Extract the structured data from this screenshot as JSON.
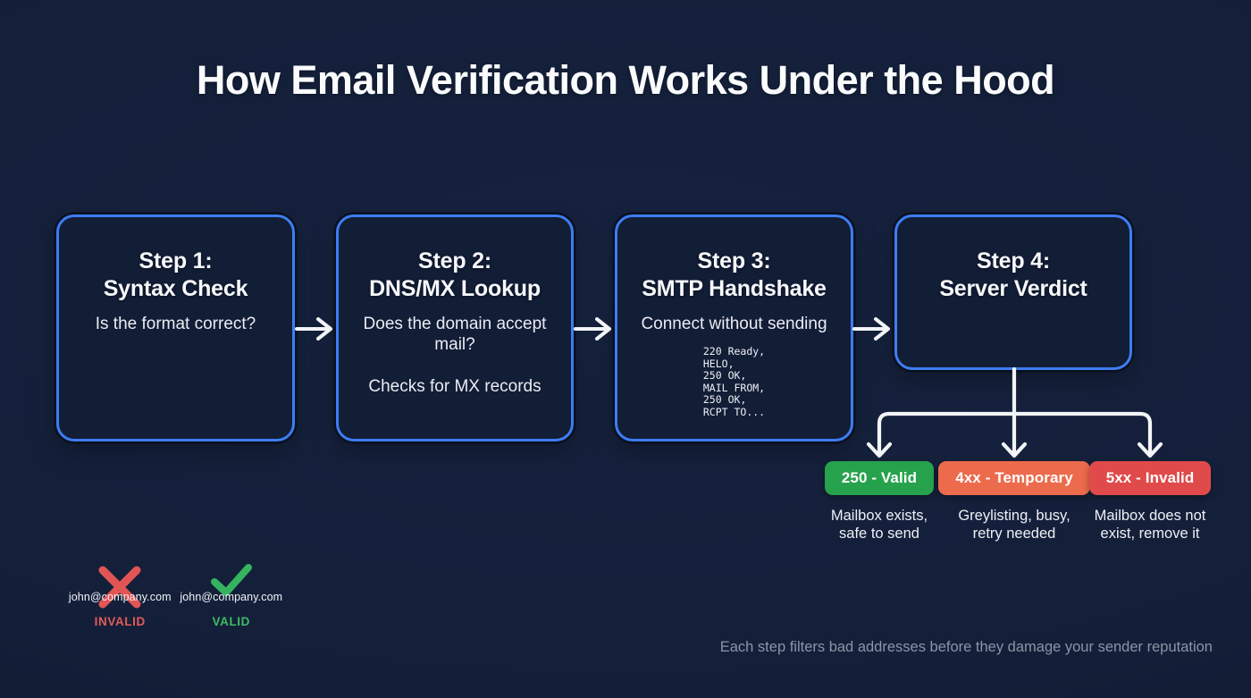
{
  "page": {
    "title": "How Email Verification Works Under the Hood",
    "footer": "Each step filters bad addresses before they damage your sender reputation"
  },
  "steps": [
    {
      "heading": "Step 1:\nSyntax Check",
      "question": "Is the format correct?",
      "examples": {
        "invalid": {
          "email": "john@company.com",
          "label": "INVALID"
        },
        "valid": {
          "email": "john@company.com",
          "label": "VALID"
        }
      }
    },
    {
      "heading": "Step 2:\nDNS/MX Lookup",
      "question": "Does the domain accept mail?",
      "note": "Checks for MX records"
    },
    {
      "heading": "Step 3:\nSMTP Handshake",
      "question": "Connect without sending",
      "smtp_log": "220 Ready,\nHELO,\n250 OK,\nMAIL FROM,\n250 OK,\nRCPT TO..."
    },
    {
      "heading": "Step 4:\nServer Verdict"
    }
  ],
  "verdicts": [
    {
      "badge": "250 - Valid",
      "caption": "Mailbox exists,\nsafe to send",
      "color": "#27a24c"
    },
    {
      "badge": "4xx - Temporary",
      "caption": "Greylisting, busy,\nretry needed",
      "color": "#ec6b4c"
    },
    {
      "badge": "5xx - Invalid",
      "caption": "Mailbox does not\nexist, remove it",
      "color": "#e04a4a"
    }
  ],
  "colors": {
    "background": "#14203a",
    "box_border": "#3e7df2",
    "box_fill": "#121d36",
    "arrow": "#f2f4f7",
    "invalid_red": "#e25b5b",
    "valid_green": "#3fbb64",
    "badge_green": "#27a24c",
    "badge_orange": "#ec6b4c",
    "badge_red": "#e04a4a",
    "footer_gray": "#8b95a7"
  }
}
